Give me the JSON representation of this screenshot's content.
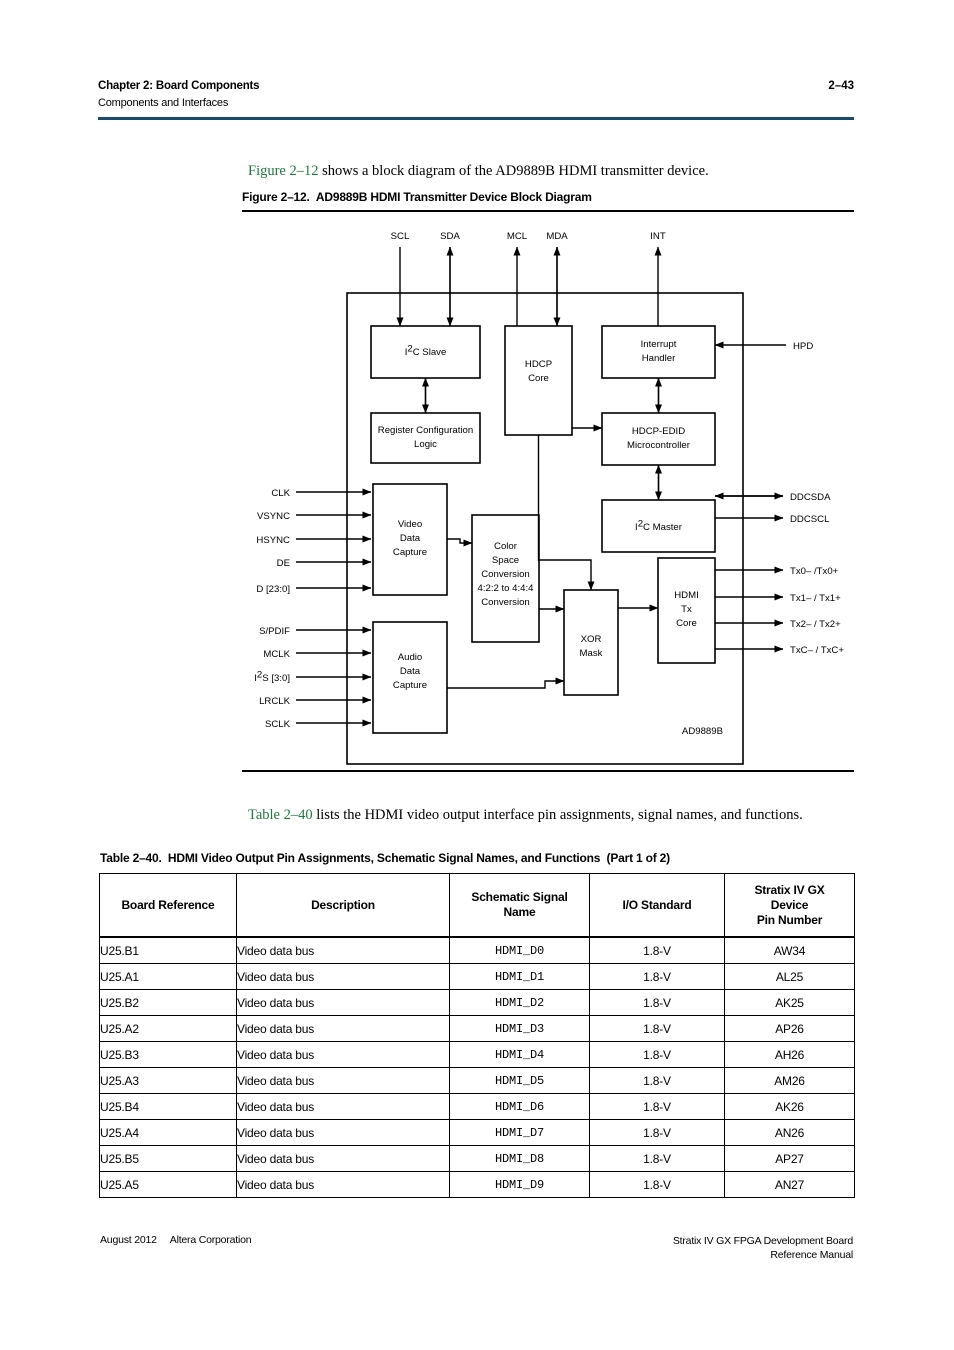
{
  "header": {
    "chapter": "Chapter 2:  Board Components",
    "subtitle": "Components and Interfaces",
    "page_number": "2–43",
    "rule_color": "#1a4a6e"
  },
  "intro": {
    "xref": "Figure 2–12",
    "text": " shows a block diagram of the AD9889B HDMI transmitter device."
  },
  "figure": {
    "caption_label": "Figure 2–12.",
    "caption_title": "AD9889B HDMI Transmitter Device Block Diagram",
    "device_label": "AD9889B",
    "top_pins": [
      "SCL",
      "SDA",
      "MCL",
      "MDA",
      "INT"
    ],
    "right_pins": [
      "HPD",
      "DDCSDA",
      "DDCSCL",
      "Tx0– /Tx0+",
      "Tx1– / Tx1+",
      "Tx2– / Tx2+",
      "TxC– / TxC+"
    ],
    "left_pins_video": [
      "CLK",
      "VSYNC",
      "HSYNC",
      "DE",
      "D [23:0]"
    ],
    "left_pins_audio": [
      "S/PDIF",
      "MCLK",
      "I2S [3:0]",
      "LRCLK",
      "SCLK"
    ],
    "blocks": [
      {
        "id": "i2c-slave",
        "lines": [
          "I2C Slave"
        ]
      },
      {
        "id": "register-config-logic",
        "lines": [
          "Register Configuration",
          "Logic"
        ]
      },
      {
        "id": "hdcp-core",
        "lines": [
          "HDCP",
          "Core"
        ]
      },
      {
        "id": "interrupt-handler",
        "lines": [
          "Interrupt",
          "Handler"
        ]
      },
      {
        "id": "hdcp-edid-microcontroller",
        "lines": [
          "HDCP-EDID",
          "Microcontroller"
        ]
      },
      {
        "id": "i2c-master",
        "lines": [
          "I2C Master"
        ]
      },
      {
        "id": "video-data-capture",
        "lines": [
          "Video",
          "Data",
          "Capture"
        ]
      },
      {
        "id": "audio-data-capture",
        "lines": [
          "Audio",
          "Data",
          "Capture"
        ]
      },
      {
        "id": "color-space-conversion",
        "lines": [
          "Color",
          "Space",
          "Conversion",
          "4:2:2 to 4:4:4",
          "Conversion"
        ]
      },
      {
        "id": "xor-mask",
        "lines": [
          "XOR",
          "Mask"
        ]
      },
      {
        "id": "hdmi-tx-core",
        "lines": [
          "HDMI",
          "Tx",
          "Core"
        ]
      }
    ]
  },
  "mid_para": {
    "xref": "Table 2–40",
    "text": " lists the HDMI video output interface pin assignments, signal names, and functions."
  },
  "table": {
    "caption_label": "Table 2–40.",
    "caption_title": "HDMI Video Output Pin Assignments, Schematic Signal Names, and Functions",
    "caption_part": "(Part 1 of 2)",
    "columns": [
      "Board Reference",
      "Description",
      "Schematic Signal\nName",
      "I/O Standard",
      "Stratix IV GX\nDevice\nPin Number"
    ],
    "column_lines": [
      [
        "Board Reference"
      ],
      [
        "Description"
      ],
      [
        "Schematic Signal",
        "Name"
      ],
      [
        "I/O Standard"
      ],
      [
        "Stratix IV GX",
        "Device",
        "Pin Number"
      ]
    ],
    "rows": [
      {
        "ref": "U25.B1",
        "desc": "Video data bus",
        "signal": "HDMI_D0",
        "io": "1.8-V",
        "pin": "AW34"
      },
      {
        "ref": "U25.A1",
        "desc": "Video data bus",
        "signal": "HDMI_D1",
        "io": "1.8-V",
        "pin": "AL25"
      },
      {
        "ref": "U25.B2",
        "desc": "Video data bus",
        "signal": "HDMI_D2",
        "io": "1.8-V",
        "pin": "AK25"
      },
      {
        "ref": "U25.A2",
        "desc": "Video data bus",
        "signal": "HDMI_D3",
        "io": "1.8-V",
        "pin": "AP26"
      },
      {
        "ref": "U25.B3",
        "desc": "Video data bus",
        "signal": "HDMI_D4",
        "io": "1.8-V",
        "pin": "AH26"
      },
      {
        "ref": "U25.A3",
        "desc": "Video data bus",
        "signal": "HDMI_D5",
        "io": "1.8-V",
        "pin": "AM26"
      },
      {
        "ref": "U25.B4",
        "desc": "Video data bus",
        "signal": "HDMI_D6",
        "io": "1.8-V",
        "pin": "AK26"
      },
      {
        "ref": "U25.A4",
        "desc": "Video data bus",
        "signal": "HDMI_D7",
        "io": "1.8-V",
        "pin": "AN26"
      },
      {
        "ref": "U25.B5",
        "desc": "Video data bus",
        "signal": "HDMI_D8",
        "io": "1.8-V",
        "pin": "AP27"
      },
      {
        "ref": "U25.A5",
        "desc": "Video data bus",
        "signal": "HDMI_D9",
        "io": "1.8-V",
        "pin": "AN27"
      }
    ]
  },
  "footer": {
    "date": "August 2012",
    "company": "Altera Corporation",
    "doc_title_line1": "Stratix IV GX FPGA Development Board",
    "doc_title_line2": "Reference Manual"
  }
}
